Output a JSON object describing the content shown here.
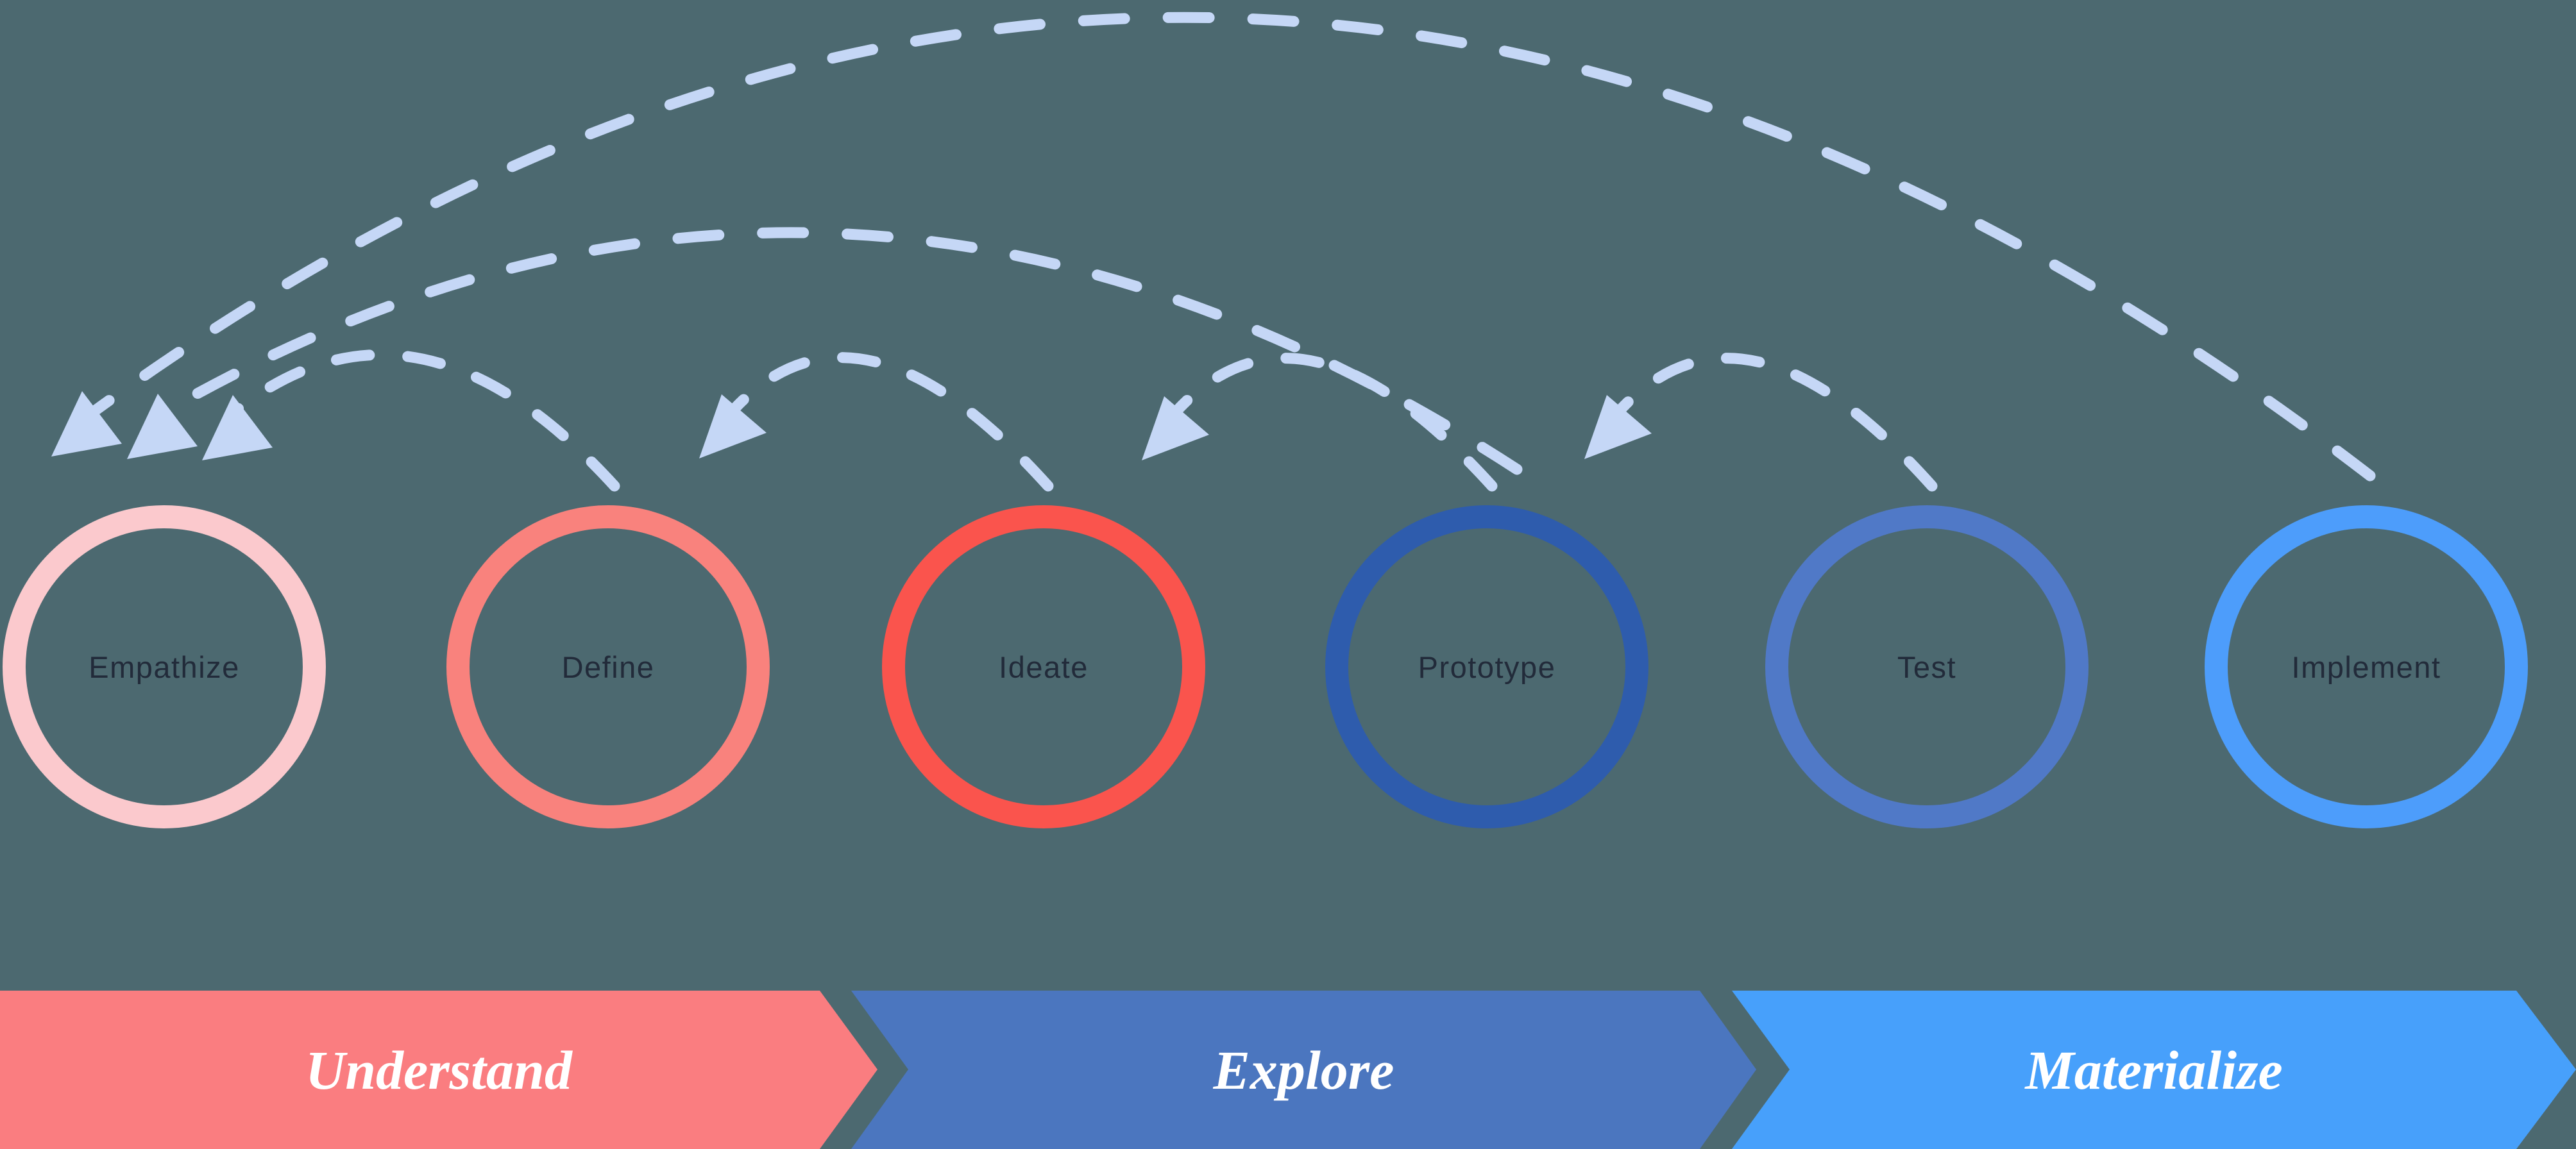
{
  "colors": {
    "background": "#4C6970",
    "arrow": "#C5D7F6",
    "stage_label_text": "#222B3A",
    "phase_label_text": "#FFFFFF"
  },
  "stages": [
    {
      "label": "Empathize",
      "ring_color": "#FBC9CD"
    },
    {
      "label": "Define",
      "ring_color": "#F9827D"
    },
    {
      "label": "Ideate",
      "ring_color": "#FA544D"
    },
    {
      "label": "Prototype",
      "ring_color": "#2E5CAD"
    },
    {
      "label": "Test",
      "ring_color": "#5079C7"
    },
    {
      "label": "Implement",
      "ring_color": "#4D9DFB"
    }
  ],
  "phases": [
    {
      "label": "Understand",
      "color": "#FA7D80"
    },
    {
      "label": "Explore",
      "color": "#4B76BF"
    },
    {
      "label": "Materialize",
      "color": "#47A0FB"
    }
  ],
  "feedback_arrows": [
    {
      "from": "Define",
      "to": "Empathize"
    },
    {
      "from": "Ideate",
      "to": "Define"
    },
    {
      "from": "Prototype",
      "to": "Ideate"
    },
    {
      "from": "Test",
      "to": "Prototype"
    },
    {
      "from": "Prototype",
      "to": "Empathize"
    },
    {
      "from": "Implement",
      "to": "Empathize"
    }
  ]
}
